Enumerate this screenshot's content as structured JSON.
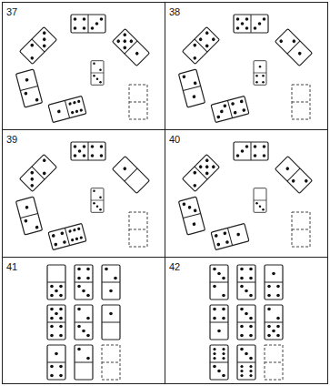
{
  "diagram": {
    "nodes": [
      {
        "text": [
          "37"
        ]
      },
      {
        "text": [
          "38"
        ]
      },
      {
        "text": [
          "39"
        ]
      },
      {
        "text": [
          "40"
        ]
      },
      {
        "text": [
          "41"
        ]
      },
      {
        "text": [
          "42"
        ]
      }
    ]
  }
}
